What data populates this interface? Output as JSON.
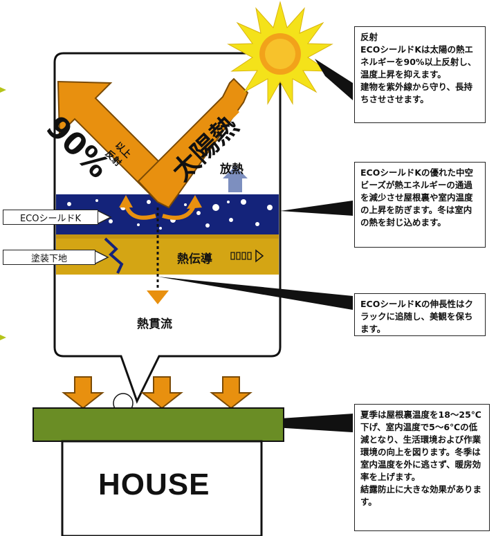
{
  "notes": {
    "reflection": "反射\nECOシールドKは太陽の熱エネルギーを90%以上反射し、温度上昇を抑えます。\n建物を紫外線から守り、長持ちさせさせます。",
    "beads": "ECOシールドKの優れた中空ビーズが熱エネルギーの通過を減少させ屋根裏や室内温度の上昇を防ぎます。冬は室内の熱を封じ込めます。",
    "elongation": "ECOシールドKの伸長性はクラックに追随し、美観を保ちます。",
    "summer": "夏季は屋根裏温度を18～25℃下げ、室内温度で5～6℃の低減となり、生活環境および作業環境の向上を図ります。冬季は室内温度を外に逃さず、暖房効率を上げます。\n結露防止に大きな効果があります。"
  },
  "diagram": {
    "percent": "90%",
    "reflect_small": "以上",
    "reflect_small2": "反射",
    "solar_heat": "太陽熱",
    "radiation": "放熱",
    "conduction": "熱伝導",
    "through_flow": "熱貫流",
    "label_eco": "ECOシールドK",
    "label_base": "塗装下地",
    "house": "HOUSE"
  },
  "colors": {
    "orange": "#e8900f",
    "navy": "#14237a",
    "gold": "#d4a514",
    "green": "#6a8d25",
    "sun": "#f4e21a"
  }
}
